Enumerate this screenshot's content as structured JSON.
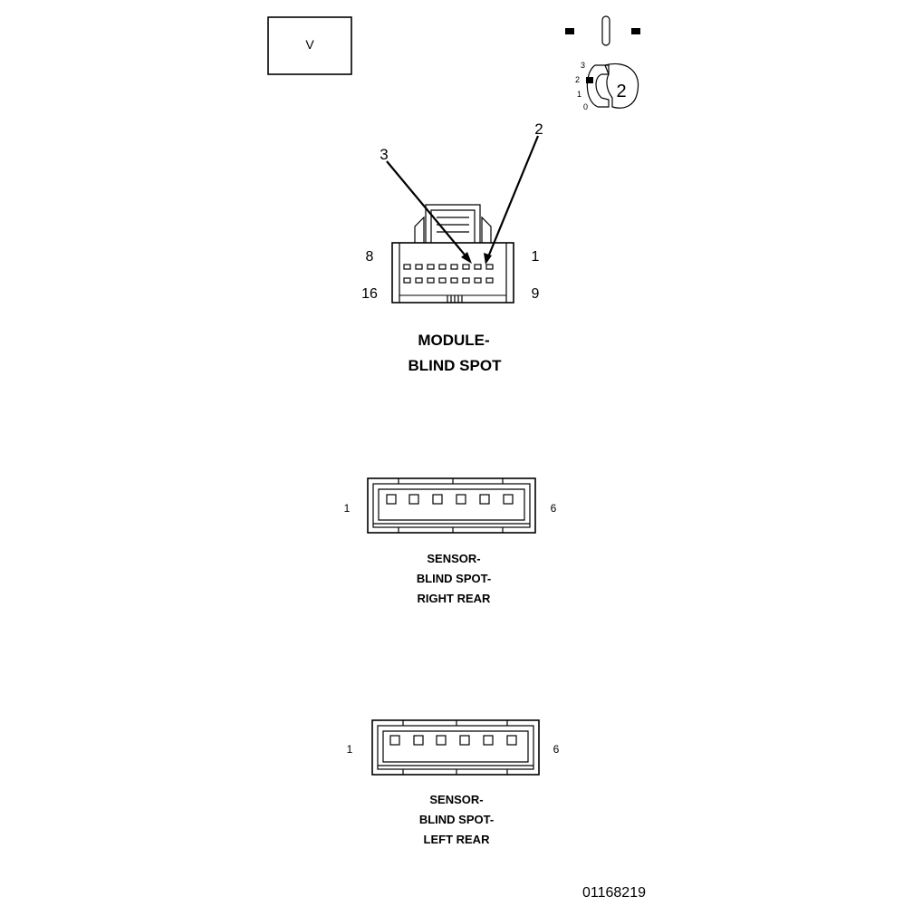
{
  "view_box": {
    "label": "V"
  },
  "key_icon": {
    "positions": [
      "3",
      "2",
      "1",
      "0"
    ],
    "selected": "2"
  },
  "module": {
    "name_line1": "MODULE-",
    "name_line2": "BLIND SPOT",
    "pin_top_left": "8",
    "pin_top_right": "1",
    "pin_bottom_left": "16",
    "pin_bottom_right": "9",
    "callout_a": "3",
    "callout_b": "2"
  },
  "sensor_right": {
    "line1": "SENSOR-",
    "line2": "BLIND SPOT-",
    "line3": "RIGHT REAR",
    "pin_left": "1",
    "pin_right": "6"
  },
  "sensor_left": {
    "line1": "SENSOR-",
    "line2": "BLIND SPOT-",
    "line3": "LEFT REAR",
    "pin_left": "1",
    "pin_right": "6"
  },
  "figure_id": "01168219"
}
